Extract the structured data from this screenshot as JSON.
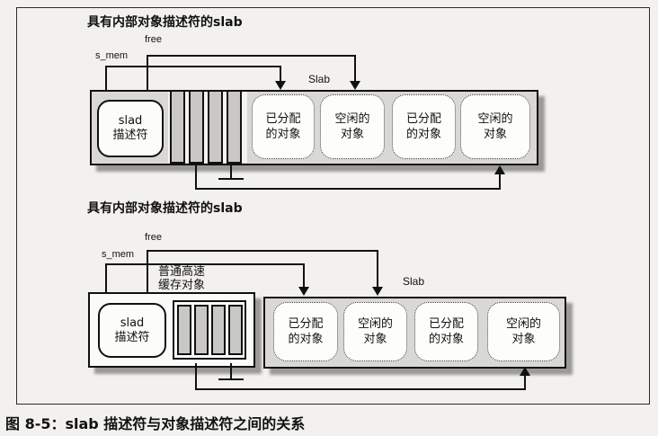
{
  "caption": "图 8-5：slab 描述符与对象描述符之间的关系",
  "colors": {
    "page_background": "#f2f1ed",
    "slab_fill": "#d9d8d4",
    "cell_fill": "#c9c8c4",
    "line_color": "#111111",
    "shadow_color": "#9b9a96"
  },
  "diagram1": {
    "title": "具有内部对象描述符的slab",
    "pointer_labels": {
      "free": "free",
      "s_mem": "s_mem"
    },
    "slab_label": "Slab",
    "descriptor": {
      "line1": "slad",
      "line2": "描述符"
    },
    "objects": [
      {
        "line1": "已分配",
        "line2": "的对象"
      },
      {
        "line1": "空闲的",
        "line2": "对象"
      },
      {
        "line1": "已分配",
        "line2": "的对象"
      },
      {
        "line1": "空闲的",
        "line2": "对象"
      }
    ]
  },
  "diagram2": {
    "title": "具有内部对象描述符的slab",
    "pointer_labels": {
      "free": "free",
      "s_mem": "s_mem"
    },
    "slab_label": "Slab",
    "cache_object_label": {
      "line1": "普通高速",
      "line2": "缓存对象"
    },
    "descriptor": {
      "line1": "slad",
      "line2": "描述符"
    },
    "objects": [
      {
        "line1": "已分配",
        "line2": "的对象"
      },
      {
        "line1": "空闲的",
        "line2": "对象"
      },
      {
        "line1": "已分配",
        "line2": "的对象"
      },
      {
        "line1": "空闲的",
        "line2": "对象"
      }
    ]
  }
}
